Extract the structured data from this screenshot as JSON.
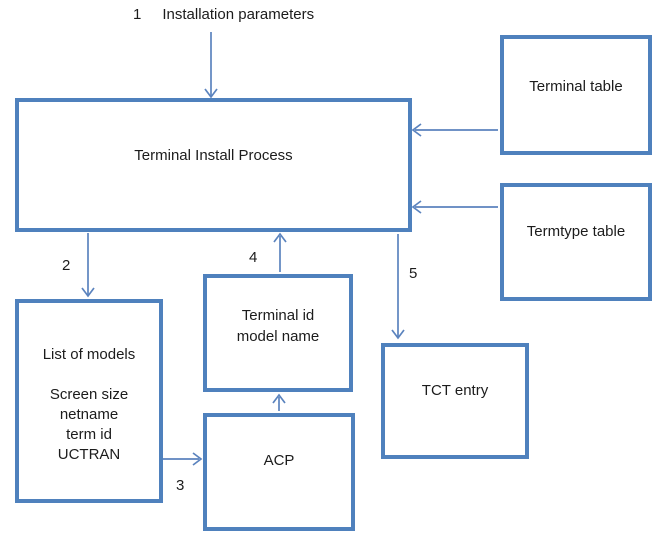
{
  "colors": {
    "box_border": "#4f81bd",
    "arrow": "#5b83be",
    "text": "#1c1c1c",
    "background": "#ffffff"
  },
  "note": {
    "number": "1",
    "label": "Installation parameters"
  },
  "boxes": {
    "terminal_install_process": {
      "label": "Terminal Install Process"
    },
    "terminal_table": {
      "label": "Terminal table"
    },
    "termtype_table": {
      "label": "Termtype table"
    },
    "list_of_models": {
      "title": "List of models",
      "items": [
        "Screen size",
        "netname",
        "term id",
        "UCTRAN"
      ]
    },
    "terminal_id_model_name": {
      "line1": "Terminal id",
      "line2": "model name"
    },
    "acp": {
      "label": "ACP"
    },
    "tct_entry": {
      "label": "TCT entry"
    }
  },
  "step_labels": {
    "step2": "2",
    "step3": "3",
    "step4": "4",
    "step5": "5"
  }
}
